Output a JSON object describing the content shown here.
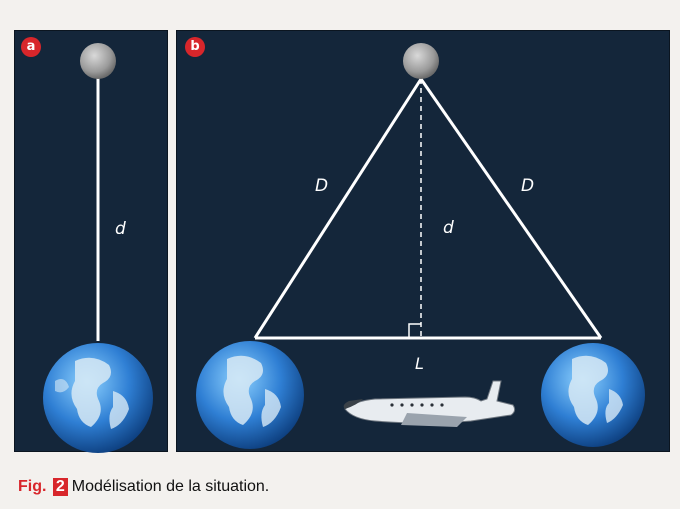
{
  "panels": {
    "a": {
      "badge": "a",
      "distance_label": "d"
    },
    "b": {
      "badge": "b",
      "slant_left_label": "D",
      "slant_right_label": "D",
      "height_label": "d",
      "baseline_label": "L"
    }
  },
  "caption": {
    "fig": "Fig.",
    "number": "2",
    "text": "Modélisation de la situation."
  },
  "colors": {
    "panel_bg": "#14263a",
    "accent": "#d8262b",
    "line": "#ffffff"
  },
  "icons": {
    "moon": "moon-icon",
    "earth": "earth-globe-icon",
    "shuttle": "space-shuttle-icon"
  }
}
